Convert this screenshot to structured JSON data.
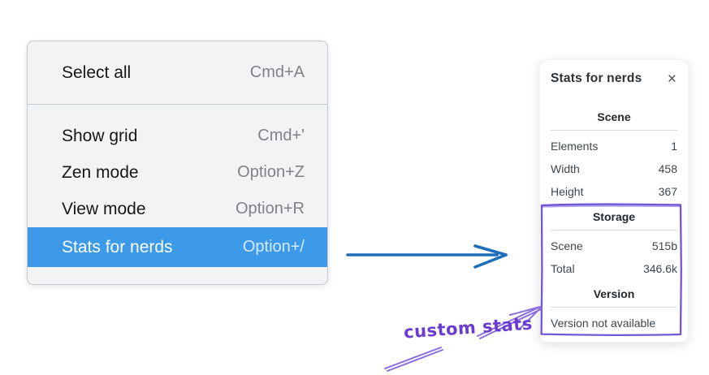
{
  "menu": {
    "sections": [
      {
        "items": [
          {
            "label": "Select all",
            "shortcut": "Cmd+A",
            "highlighted": false
          }
        ]
      },
      {
        "items": [
          {
            "label": "Show grid",
            "shortcut": "Cmd+'",
            "highlighted": false
          },
          {
            "label": "Zen mode",
            "shortcut": "Option+Z",
            "highlighted": false
          },
          {
            "label": "View mode",
            "shortcut": "Option+R",
            "highlighted": false
          },
          {
            "label": "Stats for nerds",
            "shortcut": "Option+/",
            "highlighted": true
          }
        ]
      }
    ]
  },
  "stats_panel": {
    "title": "Stats for nerds",
    "close_icon": "×",
    "sections": [
      {
        "header": "Scene",
        "rows": [
          {
            "label": "Elements",
            "value": "1"
          },
          {
            "label": "Width",
            "value": "458"
          },
          {
            "label": "Height",
            "value": "367"
          }
        ]
      },
      {
        "header": "Storage",
        "rows": [
          {
            "label": "Scene",
            "value": "515b"
          },
          {
            "label": "Total",
            "value": "346.6k"
          }
        ]
      },
      {
        "header": "Version",
        "note": "Version not available"
      }
    ]
  },
  "annotations": {
    "custom_stats_label": "custom stats"
  },
  "colors": {
    "menu_highlight": "#3d9ae9",
    "menu_background": "#f2f3f5",
    "arrow_blue": "#1d6eba",
    "annotation_purple": "#7355d8",
    "arrow_purple": "#8a6ee0",
    "handwriting_purple": "#6a3ad1"
  }
}
